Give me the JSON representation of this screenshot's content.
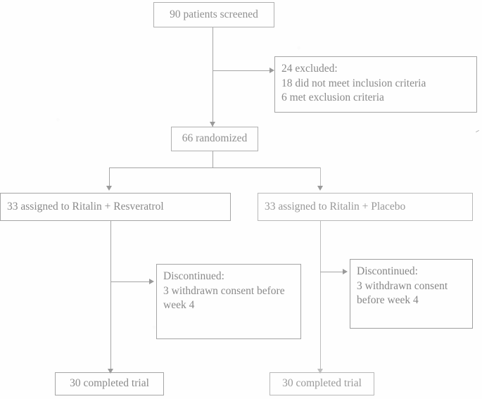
{
  "diagram": {
    "type": "clinical-trial-flow",
    "nodes": {
      "screened": {
        "label": "90 patients screened"
      },
      "excluded": {
        "label": "24 excluded:\n18 did not meet inclusion criteria\n6 met exclusion criteria"
      },
      "randomized": {
        "label": "66 randomized"
      },
      "arm_left": {
        "label": "33 assigned to Ritalin + Resveratrol"
      },
      "arm_right": {
        "label": "33 assigned to Ritalin + Placebo"
      },
      "discontinued_left": {
        "label": "Discontinued:\n3 withdrawn consent before\nweek 4"
      },
      "discontinued_right": {
        "label": "Discontinued:\n3 withdrawn consent\nbefore week 4"
      },
      "completed_left": {
        "label": "30 completed trial"
      },
      "completed_right": {
        "label": "30 completed trial"
      }
    },
    "colors": {
      "ink": "#8e8e8e",
      "border": "#a9a9a9",
      "connector": "#a5a5a5",
      "background": "#fefefe"
    }
  }
}
